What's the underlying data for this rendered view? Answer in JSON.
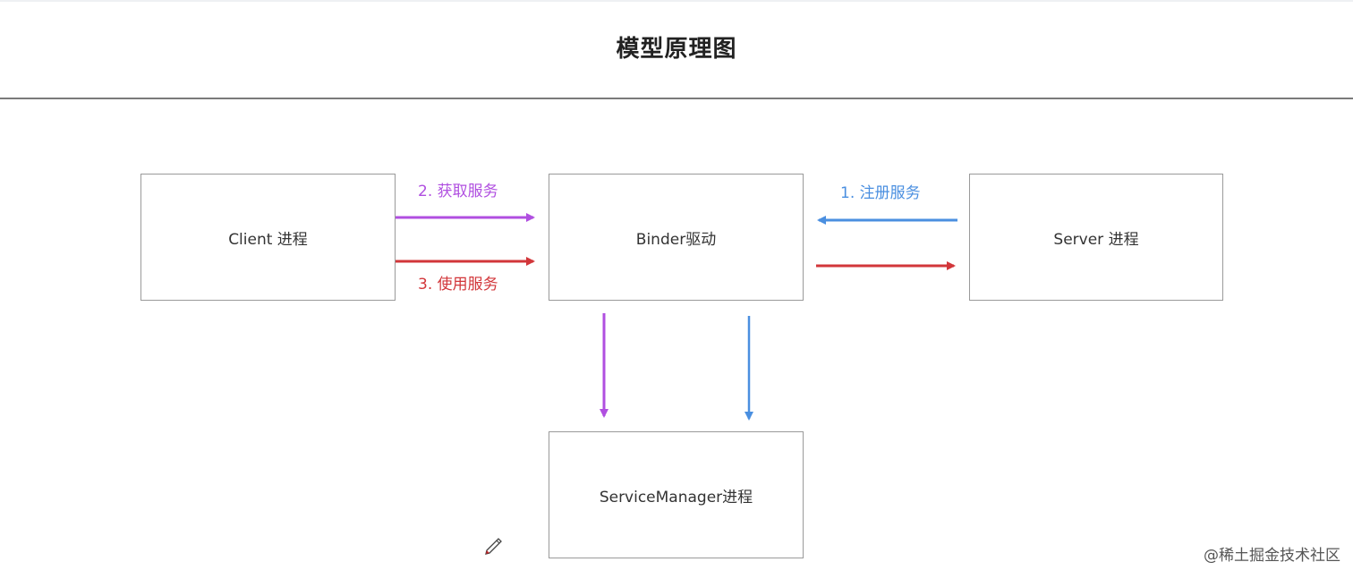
{
  "title": "模型原理图",
  "boxes": {
    "client": "Client 进程",
    "binder": "Binder驱动",
    "server": "Server 进程",
    "service_manager": "ServiceManager进程"
  },
  "edge_labels": {
    "get_service": "2. 获取服务",
    "use_service": "3. 使用服务",
    "register_service": "1. 注册服务"
  },
  "colors": {
    "purple": "#b04fe0",
    "red": "#d2363a",
    "blue": "#4a8fe0",
    "box_border": "#9a9a9a"
  },
  "watermark": "@稀土掘金技术社区",
  "icons": {
    "pen": "pen-icon"
  }
}
